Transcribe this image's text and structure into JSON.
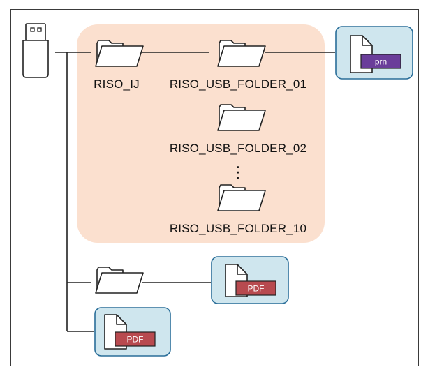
{
  "diagram": {
    "folders": {
      "riso_ij": "RISO_IJ",
      "usb_folder_01": "RISO_USB_FOLDER_01",
      "usb_folder_02": "RISO_USB_FOLDER_02",
      "usb_folder_10": "RISO_USB_FOLDER_10"
    },
    "ellipsis": "⋮",
    "files": {
      "prn_badge": "prn",
      "pdf_badge_folder": "PDF",
      "pdf_badge_root": "PDF"
    },
    "colors": {
      "highlight_region": "#fbe0cf",
      "file_box": "#cfe6ee",
      "file_box_border": "#2a6e99",
      "prn_badge": "#6a3d9a",
      "pdf_badge": "#b84a4f",
      "line": "#222222"
    }
  }
}
